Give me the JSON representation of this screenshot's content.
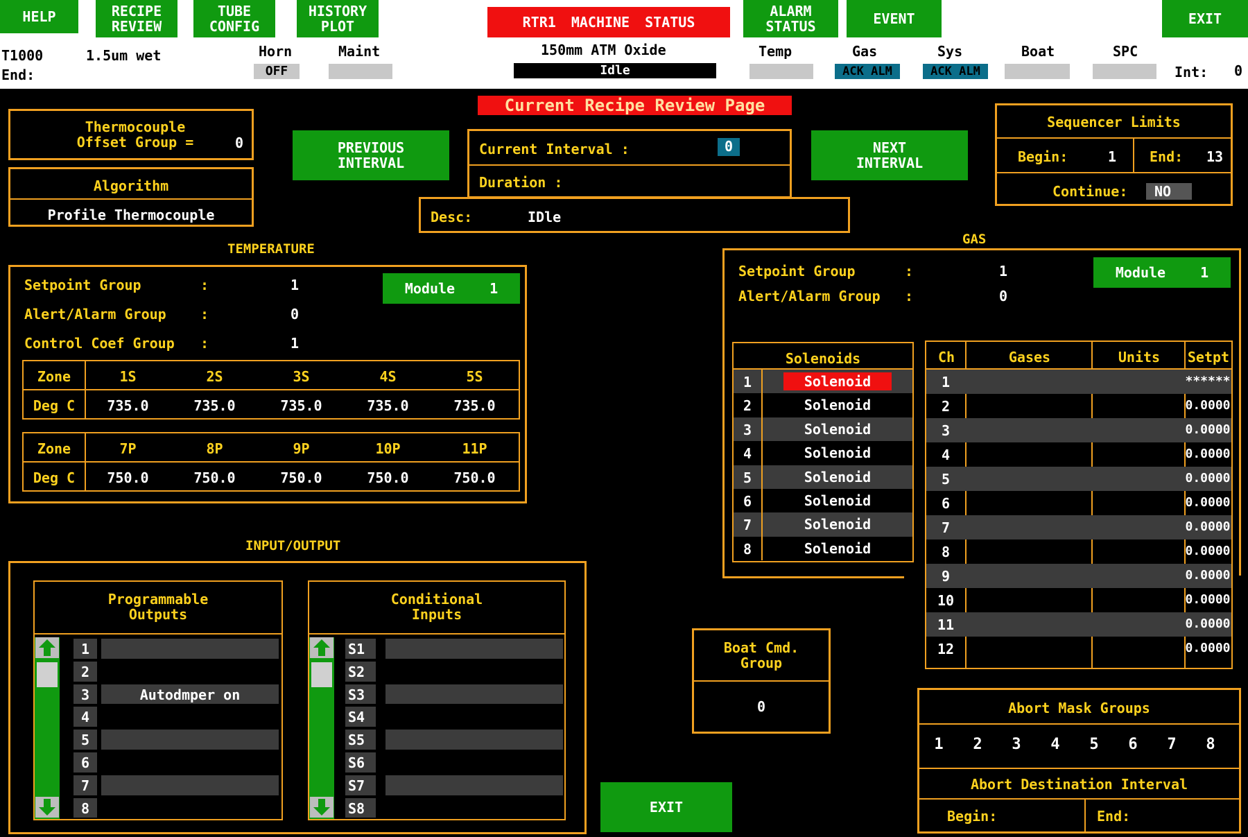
{
  "nav": {
    "help": "HELP",
    "recipe_review": "RECIPE\nREVIEW",
    "tube_config": "TUBE\nCONFIG",
    "history_plot": "HISTORY\nPLOT",
    "machine_status": "RTR1   MACHINE STATUS",
    "alarm_status": "ALARM\nSTATUS",
    "event": "EVENT",
    "exit": "EXIT"
  },
  "status_bar": {
    "tube": "T1000",
    "recipe": "1.5um wet",
    "end_label": "End:",
    "horn_label": "Horn",
    "horn_value": "OFF",
    "maint_label": "Maint",
    "process": "150mm ATM Oxide",
    "state": "Idle",
    "temp_label": "Temp",
    "gas_label": "Gas",
    "gas_value": "ACK ALM",
    "sys_label": "Sys",
    "sys_value": "ACK ALM",
    "boat_label": "Boat",
    "spc_label": "SPC",
    "int_label": "Int:",
    "int_value": "0"
  },
  "page_title": "Current Recipe Review Page",
  "thermocouple": {
    "label": "Thermocouple\nOffset Group =",
    "value": "0"
  },
  "algorithm": {
    "label": "Algorithm",
    "value": "Profile Thermocouple"
  },
  "interval": {
    "previous": "PREVIOUS\nINTERVAL",
    "next": "NEXT\nINTERVAL",
    "current_label": "Current Interval :",
    "current_value": "0",
    "duration_label": "Duration :",
    "desc_label": "Desc:",
    "desc_value": "IDle"
  },
  "sequencer": {
    "title": "Sequencer Limits",
    "begin_label": "Begin:",
    "begin_value": "1",
    "end_label": "End:",
    "end_value": "13",
    "continue_label": "Continue:",
    "continue_value": "NO"
  },
  "temperature": {
    "title": "TEMPERATURE",
    "setpoint_label": "Setpoint Group",
    "setpoint_value": "1",
    "alert_label": "Alert/Alarm Group",
    "alert_value": "0",
    "control_label": "Control Coef Group",
    "control_value": "1",
    "colon": ":",
    "module_label": "Module",
    "module_value": "1",
    "zone_label": "Zone",
    "degc_label": "Deg C",
    "zones1": [
      "1S",
      "2S",
      "3S",
      "4S",
      "5S"
    ],
    "temps1": [
      "735.0",
      "735.0",
      "735.0",
      "735.0",
      "735.0"
    ],
    "zones2": [
      "7P",
      "8P",
      "9P",
      "10P",
      "11P"
    ],
    "temps2": [
      "750.0",
      "750.0",
      "750.0",
      "750.0",
      "750.0"
    ]
  },
  "gas": {
    "title": "GAS",
    "setpoint_label": "Setpoint Group",
    "setpoint_value": "1",
    "alert_label": "Alert/Alarm Group",
    "alert_value": "0",
    "colon": ":",
    "module_label": "Module",
    "module_value": "1",
    "solenoids_title": "Solenoids",
    "solenoids": [
      "Solenoid",
      "Solenoid",
      "Solenoid",
      "Solenoid",
      "Solenoid",
      "Solenoid",
      "Solenoid",
      "Solenoid"
    ],
    "solenoid_nums": [
      "1",
      "2",
      "3",
      "4",
      "5",
      "6",
      "7",
      "8"
    ],
    "headers": [
      "Ch",
      "Gases",
      "Units",
      "Setpt"
    ],
    "channels": [
      "1",
      "2",
      "3",
      "4",
      "5",
      "6",
      "7",
      "8",
      "9",
      "10",
      "11",
      "12"
    ],
    "setpoints": [
      "******",
      "0.0000",
      "0.0000",
      "0.0000",
      "0.0000",
      "0.0000",
      "0.0000",
      "0.0000",
      "0.0000",
      "0.0000",
      "0.0000",
      "0.0000"
    ]
  },
  "io": {
    "title": "INPUT/OUTPUT",
    "outputs_title": "Programmable\nOutputs",
    "inputs_title": "Conditional\nInputs",
    "output_nums": [
      "1",
      "2",
      "3",
      "4",
      "5",
      "6",
      "7",
      "8"
    ],
    "output_values": [
      "",
      "",
      "Autodmper on",
      "",
      "",
      "",
      "",
      ""
    ],
    "input_nums": [
      "S1",
      "S2",
      "S3",
      "S4",
      "S5",
      "S6",
      "S7",
      "S8"
    ]
  },
  "boat": {
    "title": "Boat Cmd.\nGroup",
    "value": "0"
  },
  "bottom_exit": "EXIT",
  "abort": {
    "mask_title": "Abort Mask Groups",
    "mask_nums": [
      "1",
      "2",
      "3",
      "4",
      "5",
      "6",
      "7",
      "8"
    ],
    "dest_title": "Abort Destination Interval",
    "begin_label": "Begin:",
    "end_label": "End:"
  }
}
